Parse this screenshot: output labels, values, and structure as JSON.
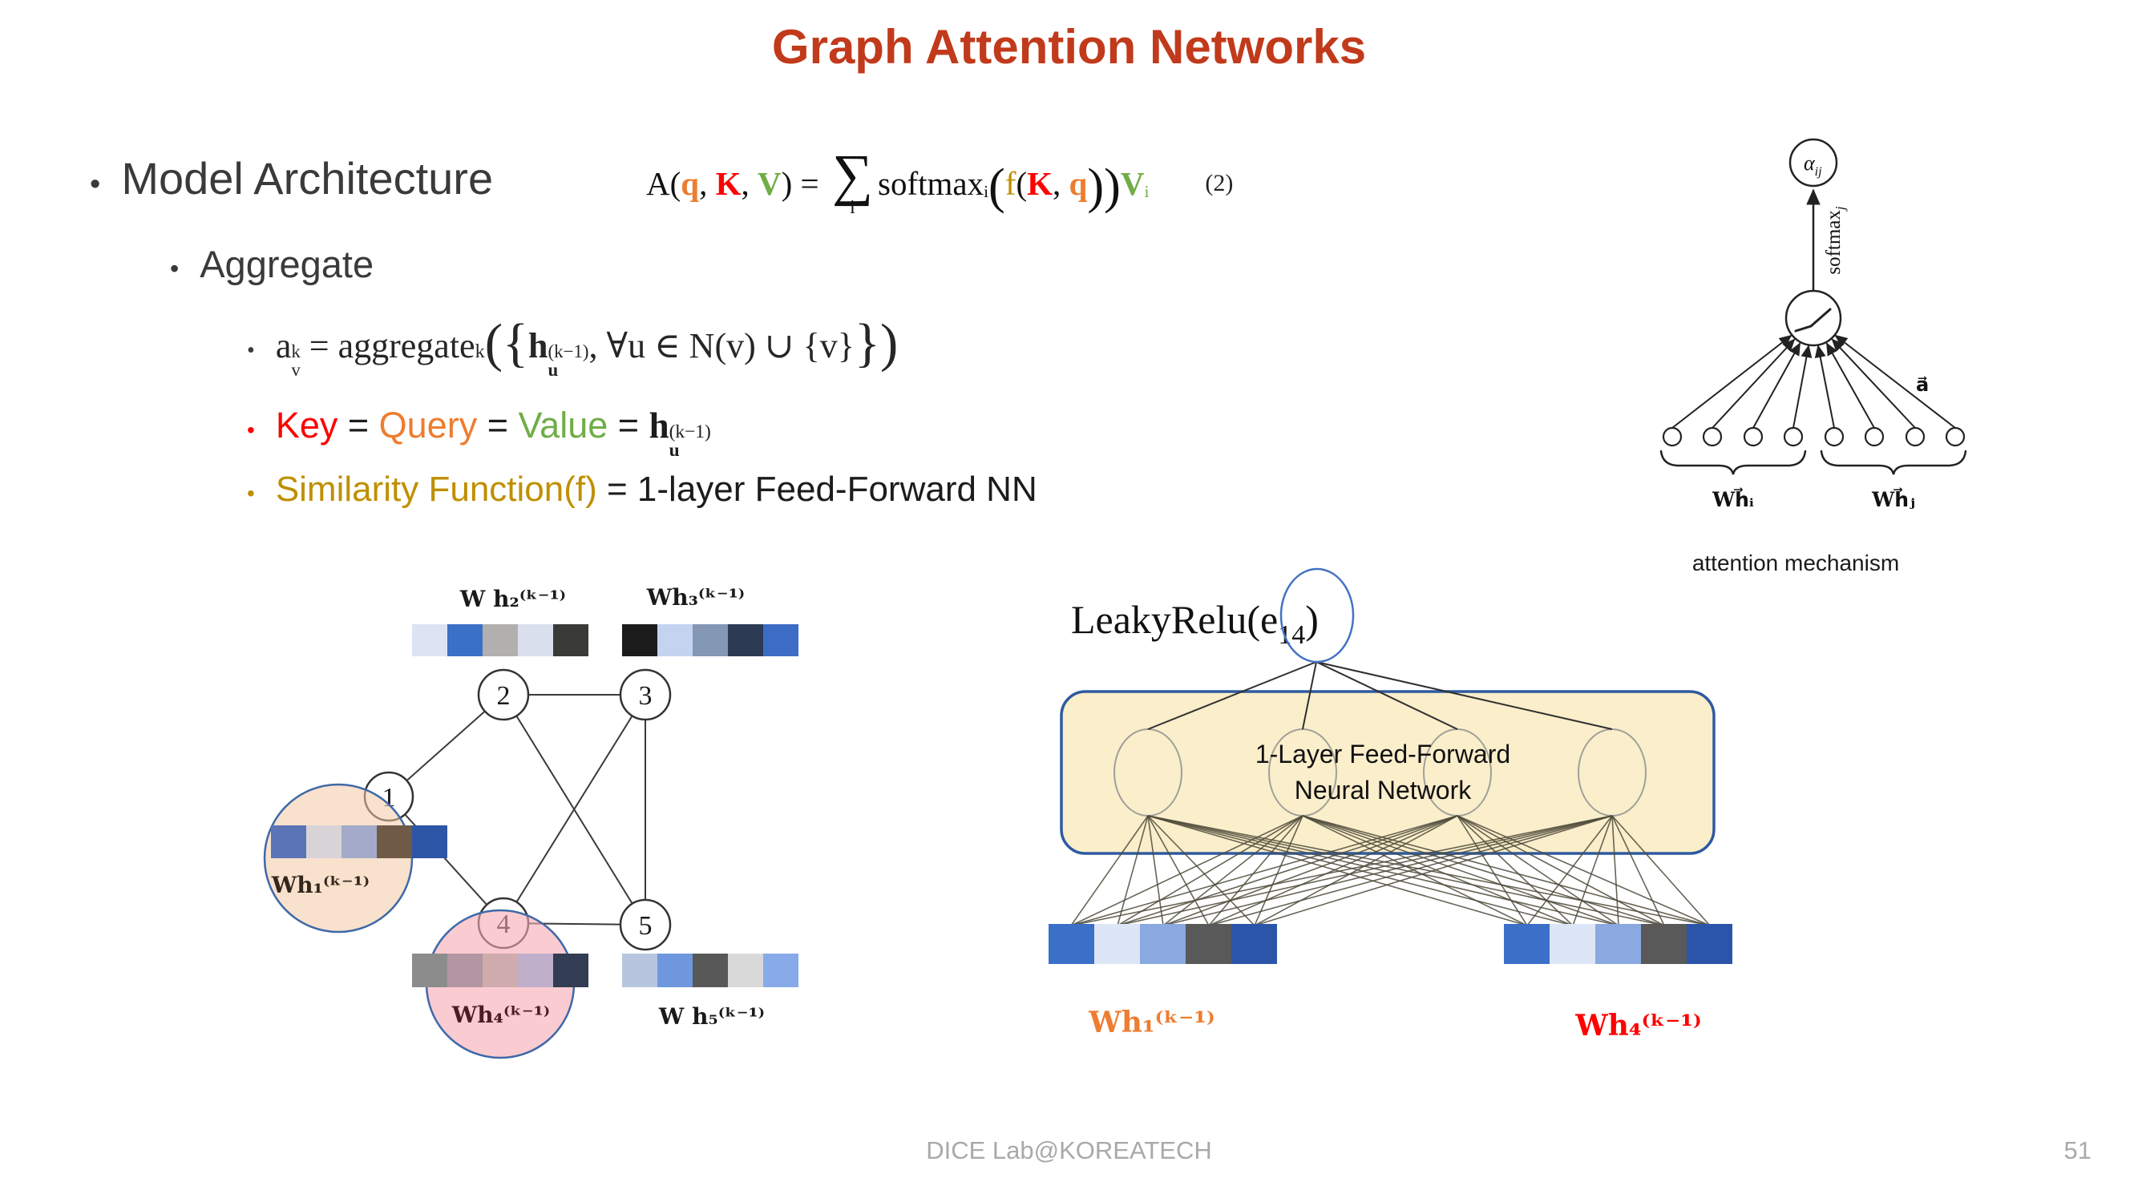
{
  "slide": {
    "title": "Graph Attention Networks",
    "footer": "DICE Lab@KOREATECH",
    "page_number": "51"
  },
  "palette": {
    "title_color": "#C13A1B",
    "key_red": "#FF0000",
    "query_orange": "#ED7D31",
    "value_green": "#70AD47",
    "similarity_olive": "#BF8F00",
    "footer_gray": "#a9a9a9"
  },
  "outline": {
    "l1": "Model Architecture",
    "l2": "Aggregate"
  },
  "agg": {
    "a": "a",
    "a_sup": "k",
    "a_sub": "v",
    "eq": " = aggregate",
    "sup": "k",
    "open": "({",
    "h": "h",
    "h_sup": "(k−1)",
    "h_sub": "u",
    "rest": ", ∀u ∈ N(v) ∪ {v}",
    "close": "})"
  },
  "keyline": {
    "key": "Key",
    "e1": " = ",
    "query": "Query",
    "e2": " = ",
    "value": "Value",
    "e3": " = ",
    "h": "h",
    "h_sup": "(k−1)",
    "h_sub": "u"
  },
  "simline": {
    "label": "Similarity Function(f)",
    "rest": " = 1-layer Feed-Forward NN"
  },
  "eq2": {
    "a_open": "A(",
    "q": "q",
    "c1": ", ",
    "k": "K",
    "c2": ", ",
    "v": "V",
    "close_eq": ") = ",
    "sigma": "∑",
    "sigma_sub": "i",
    "softmax": "softmax",
    "softmax_sub": "i",
    "open1": "(",
    "f": "f",
    "open2": "(",
    "k2": "K",
    "c3": ", ",
    "q2": "q",
    "close2": "))",
    "v2": "V",
    "v2_sub": "i",
    "tag": "(2)"
  },
  "attn": {
    "alpha": "α",
    "alpha_sub": "ij",
    "softmax": "softmax",
    "softmax_sub": "j",
    "a_vec": "a⃗",
    "wh_i": "Wh⃗ᵢ",
    "wh_j": "Wh⃗ⱼ",
    "caption": "attention mechanism"
  },
  "graph": {
    "nodes": [
      "1",
      "2",
      "3",
      "4",
      "5"
    ],
    "wh1_label": "Wh₁⁽ᵏ⁻¹⁾",
    "wh2_label": "W h₂⁽ᵏ⁻¹⁾",
    "wh3_label": "Wh₃⁽ᵏ⁻¹⁾",
    "wh4_label": "Wh₄⁽ᵏ⁻¹⁾",
    "wh5_label": "W h₅⁽ᵏ⁻¹⁾",
    "wh1_colors": [
      "#5b74b8",
      "#d8d3d7",
      "#a4abca",
      "#6f5a47",
      "#2c55a6"
    ],
    "wh2_colors": [
      "#dce3f3",
      "#3b70c7",
      "#b2afaf",
      "#d9dfec",
      "#3a3a38"
    ],
    "wh3_colors": [
      "#1b1b1b",
      "#c4d4f0",
      "#8497b4",
      "#2c3b53",
      "#3d6cc6"
    ],
    "wh4_colors": [
      "#8c8c8c",
      "#b297a3",
      "#d0abae",
      "#c0afca",
      "#323c52"
    ],
    "wh5_colors": [
      "#b7c6de",
      "#6f97de",
      "#585858",
      "#d9d9d9",
      "#88aae8"
    ],
    "highlight_peach": "#f2c9a4",
    "highlight_pink": "#f7a9b2",
    "highlight_stroke": "#3f69a8"
  },
  "ffnn": {
    "lr_prefix": "LeakyRelu(",
    "lr_e": "e",
    "lr_sub": "14",
    "lr_close": ")",
    "box_line1": "1-Layer Feed-Forward",
    "box_line2": "Neural Network",
    "wh1_label": "Wh₁⁽ᵏ⁻¹⁾",
    "wh4_label": "Wh₄⁽ᵏ⁻¹⁾",
    "wh1_color": "#ED7D31",
    "wh4_color": "#FF0000",
    "box_fill": "#faeecb",
    "box_stroke": "#2e5aa0",
    "left_colors": [
      "#3c70c8",
      "#dce6f6",
      "#8aa9e0",
      "#595959",
      "#2b55a8"
    ],
    "right_colors": [
      "#3c70c8",
      "#dce6f6",
      "#8aa9e0",
      "#595959",
      "#2b55a8"
    ]
  }
}
